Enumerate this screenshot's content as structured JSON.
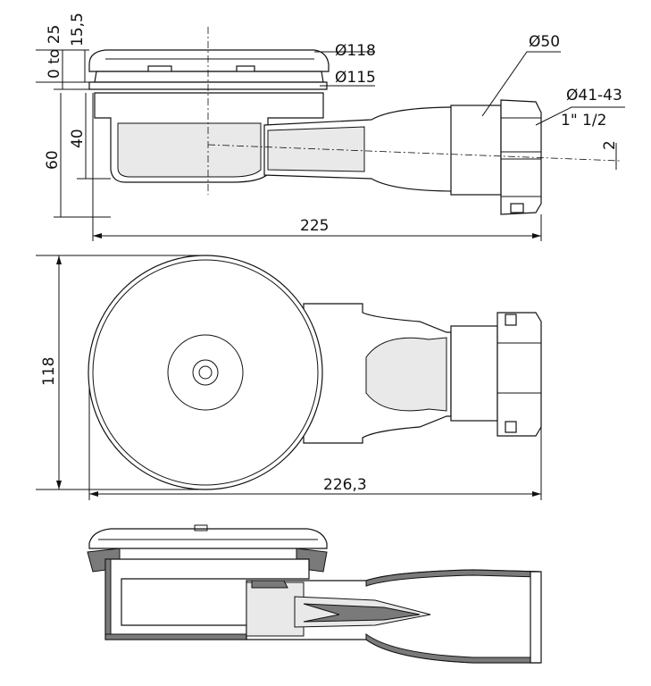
{
  "colors": {
    "line": "#111111",
    "fill": "#ffffff",
    "shade": "#e9e9e9",
    "hatch": "#7a7a7a"
  },
  "dims": {
    "top_view": {
      "d118": "Ø118",
      "d115": "Ø115",
      "d50": "Ø50",
      "d41_43": "Ø41-43",
      "thread": "1\" 1/2",
      "h15_5": "15,5",
      "h0_25": "0 to 25",
      "h40": "40",
      "h60": "60",
      "w225": "225",
      "slope2": "2"
    },
    "plan_view": {
      "h118": "118",
      "w226_3": "226,3"
    }
  }
}
